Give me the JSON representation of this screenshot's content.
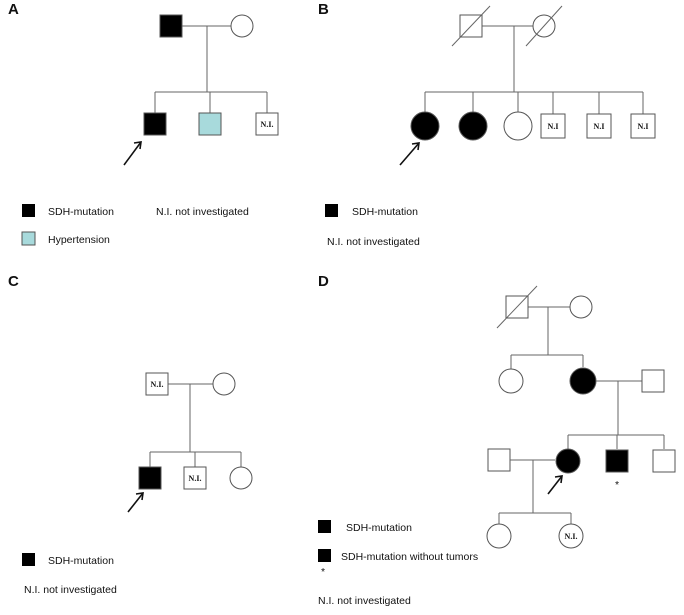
{
  "panels": {
    "a": {
      "letter": "A",
      "legend": {
        "sdh": "SDH-mutation",
        "ni": "N.I. not investigated",
        "hypertension": "Hypertension"
      },
      "ni_labels": [
        "N.I."
      ]
    },
    "b": {
      "letter": "B",
      "legend": {
        "sdh": "SDH-mutation",
        "ni": "N.I. not investigated"
      },
      "ni_labels": [
        "N.I",
        "N.I",
        "N.I"
      ]
    },
    "c": {
      "letter": "C",
      "legend": {
        "sdh": "SDH-mutation",
        "ni": "N.I. not investigated"
      },
      "ni_labels": [
        "N.I.",
        "N.I."
      ]
    },
    "d": {
      "letter": "D",
      "legend": {
        "sdh": "SDH-mutation",
        "sdh_no_tumor": "SDH-mutation without tumors",
        "star": "*",
        "ni": "N.I. not investigated"
      },
      "ni_labels": [
        "N.I."
      ],
      "star_mark": "*"
    }
  },
  "colors": {
    "affected": "#000000",
    "hypertension": "#a8dadc",
    "unaffected": "#ffffff",
    "line": "#666666"
  }
}
